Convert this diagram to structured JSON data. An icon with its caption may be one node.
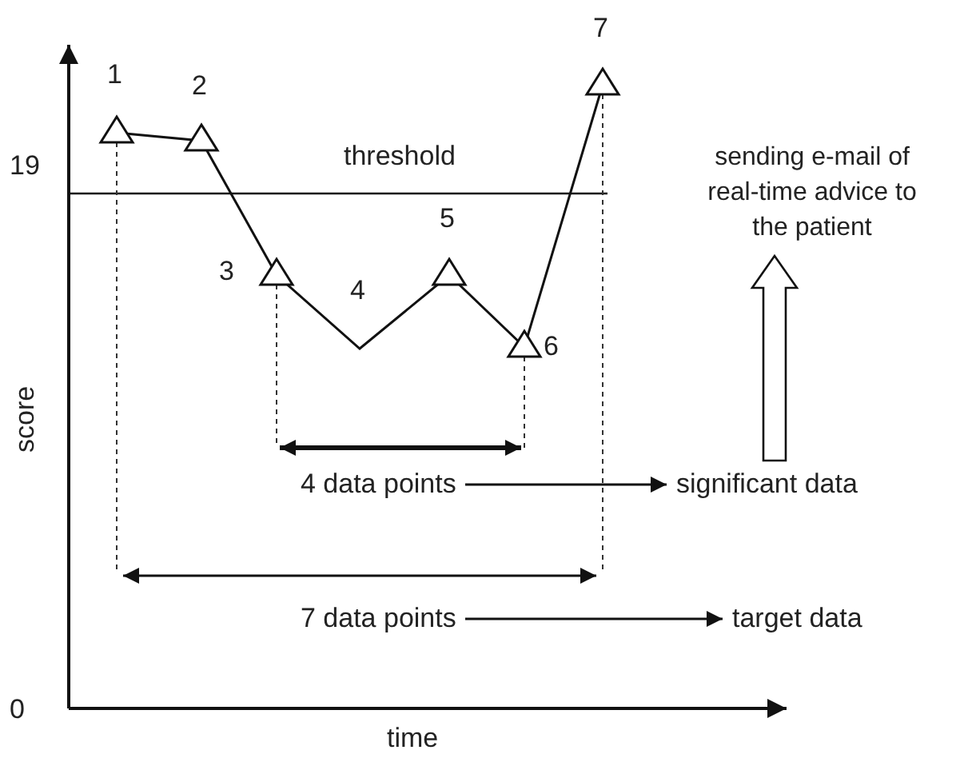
{
  "diagram": {
    "nodes": [
      {
        "text": [
          "sending e-mail of real-time advice to the patient"
        ]
      },
      {
        "text": [
          "4 data points"
        ]
      },
      {
        "text": [
          "significant data"
        ]
      },
      {
        "text": [
          "7 data points"
        ]
      },
      {
        "text": [
          "target data"
        ]
      }
    ],
    "edges": [
      {
        "from": 1,
        "to": 2,
        "arrow": "to"
      },
      {
        "from": 3,
        "to": 4,
        "arrow": "to"
      },
      {
        "from": 2,
        "to": 0,
        "arrow": "to",
        "style": "thick"
      }
    ],
    "labels": [
      "7",
      "1",
      "2",
      "threshold",
      "19",
      "3",
      "4",
      "5",
      "6",
      "score",
      "0",
      "time"
    ]
  }
}
